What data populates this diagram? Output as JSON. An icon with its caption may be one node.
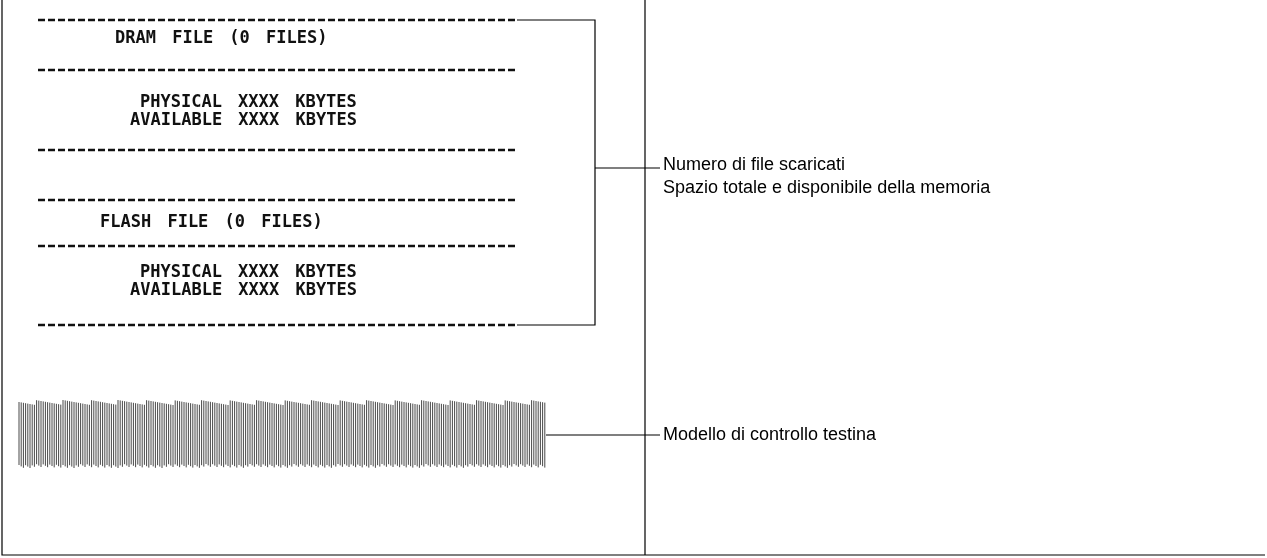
{
  "diagram": {
    "nodes": [
      {
        "text": [
          "DRAM FILE (0 FILES)",
          "PHYSICAL XXXX KBYTES",
          "AVAILABLE XXXX KBYTES",
          "FLASH FILE (0 FILES)",
          "PHYSICAL XXXX KBYTES",
          "AVAILABLE XXXX KBYTES"
        ]
      },
      {
        "text": [
          "Numero di file scaricati",
          "Spazio totale e disponibile della memoria"
        ]
      },
      {
        "text": [],
        "shape": "picture"
      },
      {
        "text": [
          "Modello di controllo testina"
        ]
      }
    ],
    "edges": [
      {
        "from": 1,
        "to": 0,
        "arrow": "none"
      },
      {
        "from": 3,
        "to": 2,
        "arrow": "none"
      }
    ]
  }
}
